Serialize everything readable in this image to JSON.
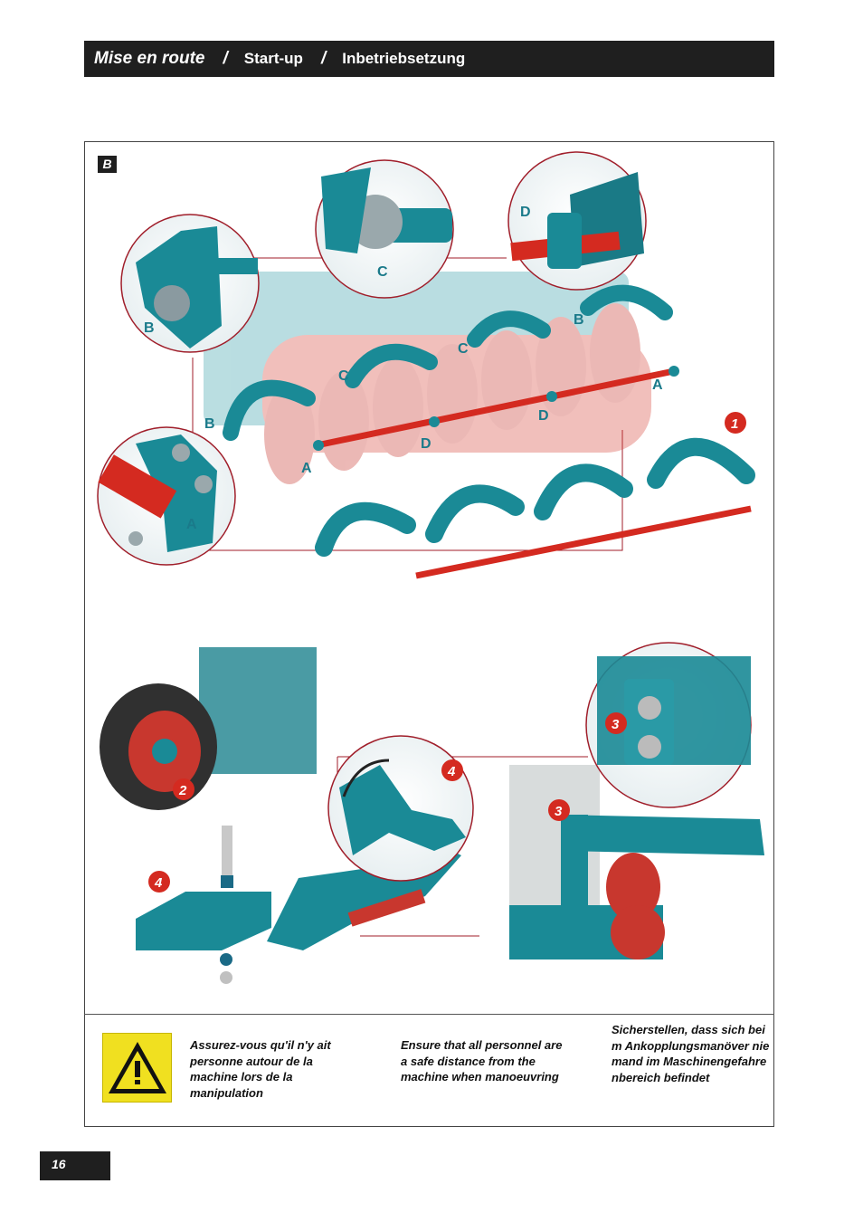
{
  "header": {
    "title_fr": "Mise en route",
    "separator": "/",
    "title_en": "Start-up",
    "title_de": "Inbetriebsetzung"
  },
  "section": {
    "badge": "B"
  },
  "detail_labels": {
    "A": "A",
    "B": "B",
    "C": "C",
    "D": "D"
  },
  "step_numbers": {
    "one": "1",
    "two": "2",
    "three": "3",
    "four": "4"
  },
  "warning": {
    "icon": "warning-triangle-icon",
    "text_fr": "Assurez-vous qu'il n'y ait personne autour de la machine lors de la manipulation",
    "text_en": "Ensure that all personnel are a safe distance from the machine when manoeuvring",
    "text_de": "Sicherstellen, dass sich beim Ankopplungsmanöver niemand im Maschinengefahrenbereich befindet"
  },
  "page_number": "16",
  "colors": {
    "header_bg": "#1f1f1f",
    "machine_teal": "#1a8a96",
    "machine_red": "#d42a20",
    "callout_ring": "#a01e2a",
    "warning_yellow": "#f0e020"
  }
}
